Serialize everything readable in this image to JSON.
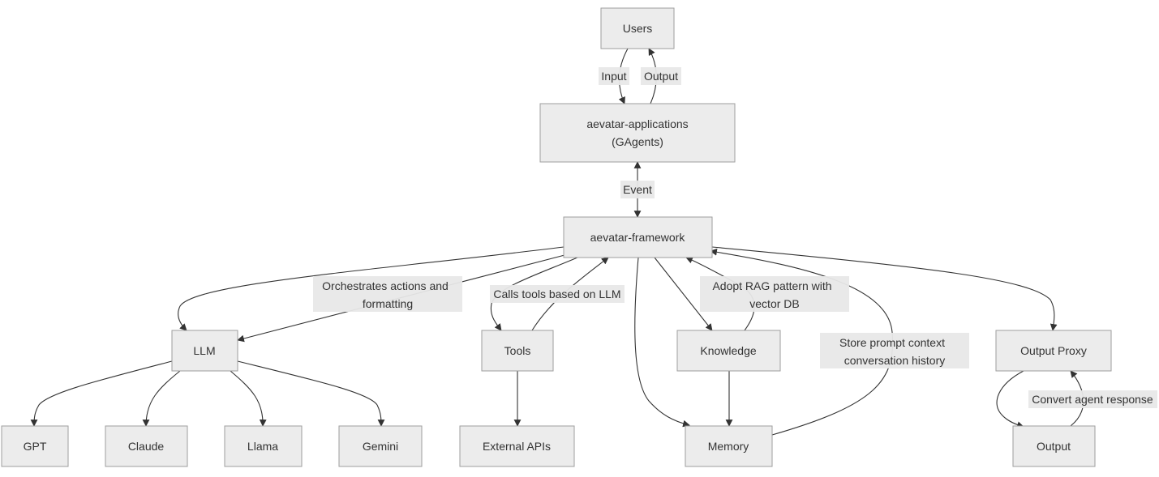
{
  "nodes": {
    "users": "Users",
    "apps_line1": "aevatar-applications",
    "apps_line2": "(GAgents)",
    "framework": "aevatar-framework",
    "llm": "LLM",
    "tools": "Tools",
    "knowledge": "Knowledge",
    "output_proxy": "Output Proxy",
    "gpt": "GPT",
    "claude": "Claude",
    "llama": "Llama",
    "gemini": "Gemini",
    "external_apis": "External APIs",
    "memory": "Memory",
    "output": "Output"
  },
  "edge_labels": {
    "input": "Input",
    "output": "Output",
    "event": "Event",
    "orchestrates_line1": "Orchestrates actions and",
    "orchestrates_line2": "formatting",
    "calls_tools": "Calls tools based on LLM",
    "rag_line1": "Adopt RAG pattern with",
    "rag_line2": "vector DB",
    "store_line1": "Store prompt context",
    "store_line2": "conversation history",
    "convert": "Convert agent response"
  },
  "colors": {
    "node_fill": "#ececec",
    "node_stroke": "#9e9e9e",
    "edge": "#333333",
    "label_bg": "#e8e8e8",
    "text": "#333333"
  }
}
